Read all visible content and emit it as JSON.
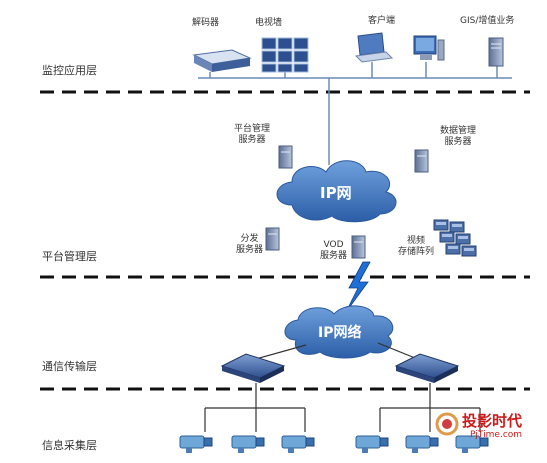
{
  "layers": {
    "monitor": "监控应用层",
    "platform": "平台管理层",
    "transport": "通信传输层",
    "collect": "信息采集层"
  },
  "top_devices": {
    "decoder": "解码器",
    "tv_wall": "电视墙",
    "client": "客户端",
    "gis": "GIS/增值业务"
  },
  "servers": {
    "platform_mgmt_line1": "平台管理",
    "platform_mgmt_line2": "服务器",
    "data_mgmt_line1": "数据管理",
    "data_mgmt_line2": "服务器",
    "distribution_line1": "分发",
    "distribution_line2": "服务器",
    "vod_line1": "VOD",
    "vod_line2": "服务器",
    "video_storage_line1": "视频",
    "video_storage_line2": "存储阵列"
  },
  "clouds": {
    "upper": "IP网",
    "lower": "IP网络"
  },
  "watermark": {
    "brand": "投影时代",
    "site": "PjTime.com"
  },
  "colors": {
    "cloud_fill": "#3a73bd",
    "device_blue": "#5a8fd0",
    "server_body": "#8fa3c4",
    "camera": "#6fa8d8",
    "dash": "#111111",
    "watermark": "#c81d1d"
  }
}
